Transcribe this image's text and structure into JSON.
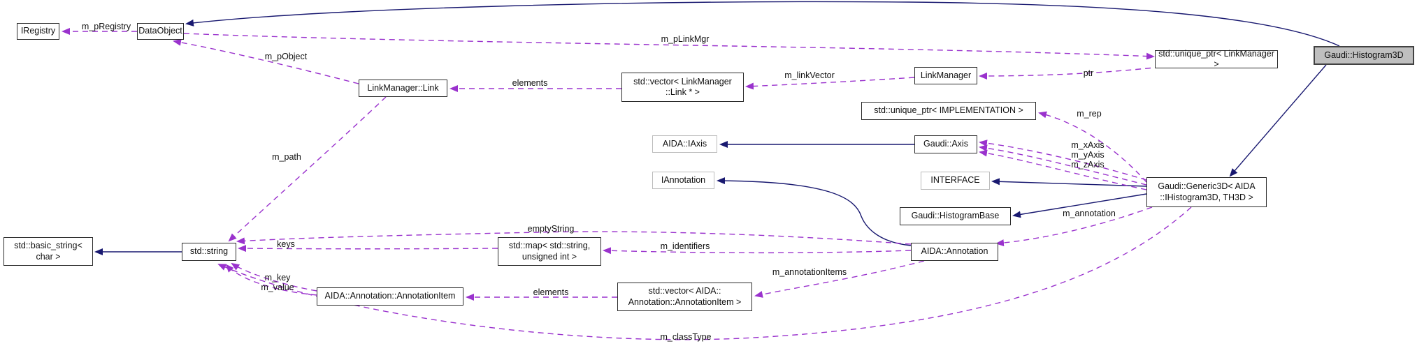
{
  "diagram": {
    "type": "class-collaboration-graph",
    "current_class": "Gaudi::Histogram3D"
  },
  "colors": {
    "inheritance_edge": "#191970",
    "usage_edge": "#9a32cd",
    "node_border": "#2b2b2b",
    "external_node_border": "#bcbcbc",
    "current_node_fill": "#bfbfbf",
    "background": "#ffffff"
  },
  "nodes": {
    "iregistry": {
      "label": "IRegistry"
    },
    "dataobject": {
      "label": "DataObject"
    },
    "linkmanager_link": {
      "label": "LinkManager::Link"
    },
    "vector_link": {
      "label": "std::vector< LinkManager\n::Link * >"
    },
    "linkmanager": {
      "label": "LinkManager"
    },
    "unique_ptr_linkmanager": {
      "label": "std::unique_ptr< LinkManager >"
    },
    "histogram3d": {
      "label": "Gaudi::Histogram3D"
    },
    "unique_ptr_implementation": {
      "label": "std::unique_ptr< IMPLEMENTATION >"
    },
    "aida_iaxis": {
      "label": "AIDA::IAxis"
    },
    "gaudi_axis": {
      "label": "Gaudi::Axis"
    },
    "iannotation": {
      "label": "IAnnotation"
    },
    "interface": {
      "label": "INTERFACE"
    },
    "gaudi_histogrambase": {
      "label": "Gaudi::HistogramBase"
    },
    "gaudi_generic3d": {
      "label": "Gaudi::Generic3D< AIDA\n::IHistogram3D, TH3D >"
    },
    "basic_string": {
      "label": "std::basic_string<\nchar >"
    },
    "std_string": {
      "label": "std::string"
    },
    "std_map": {
      "label": "std::map< std::string,\nunsigned int >"
    },
    "aida_annotation": {
      "label": "AIDA::Annotation"
    },
    "annotation_item": {
      "label": "AIDA::Annotation::AnnotationItem"
    },
    "vector_annotation_item": {
      "label": "std::vector< AIDA::\nAnnotation::AnnotationItem >"
    }
  },
  "edge_labels": {
    "m_pRegistry": "m_pRegistry",
    "m_pObject": "m_pObject",
    "m_pLinkMgr": "m_pLinkMgr",
    "elements_links": "elements",
    "m_linkVector": "m_linkVector",
    "ptr": "ptr",
    "m_rep": "m_rep",
    "m_axes": "m_xAxis\nm_yAxis\nm_zAxis",
    "m_annotation": "m_annotation",
    "m_identifiers": "m_identifiers",
    "emptyString": "emptyString",
    "keys": "keys",
    "m_key_value": "m_key\nm_value",
    "elements_items": "elements",
    "m_annotationItems": "m_annotationItems",
    "m_classType": "m_classType",
    "m_path": "m_path"
  }
}
